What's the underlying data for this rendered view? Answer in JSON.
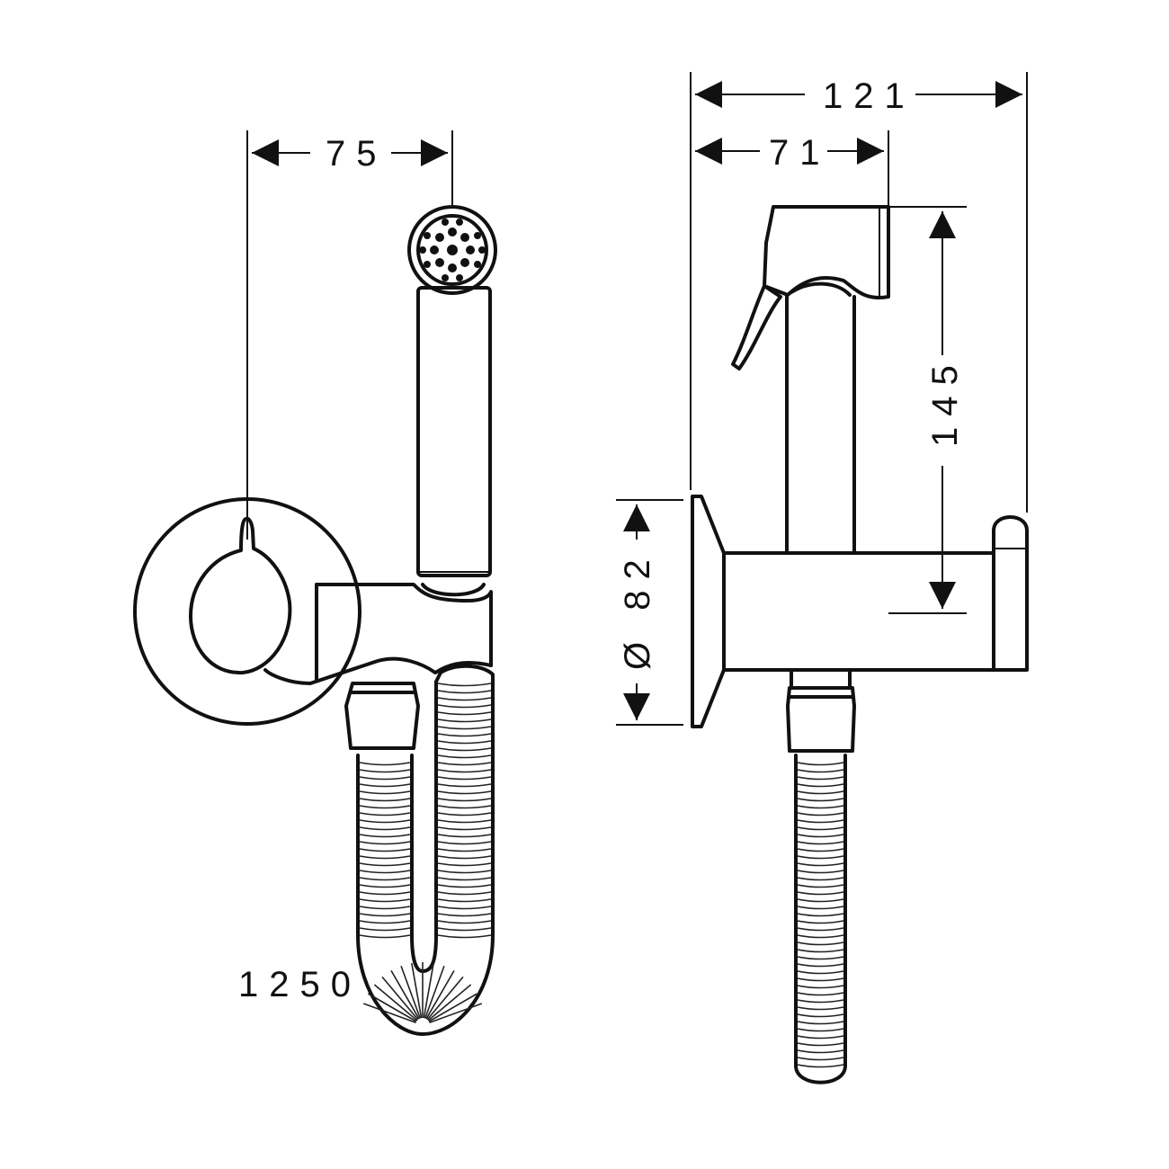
{
  "dimensions": {
    "front_width": "75",
    "side_total_width": "121",
    "side_spray_width": "71",
    "spray_height": "145",
    "rosette_diameter": "Ø 82",
    "hose_length": "1250"
  },
  "colors": {
    "line": "#111111",
    "background": "#ffffff"
  }
}
